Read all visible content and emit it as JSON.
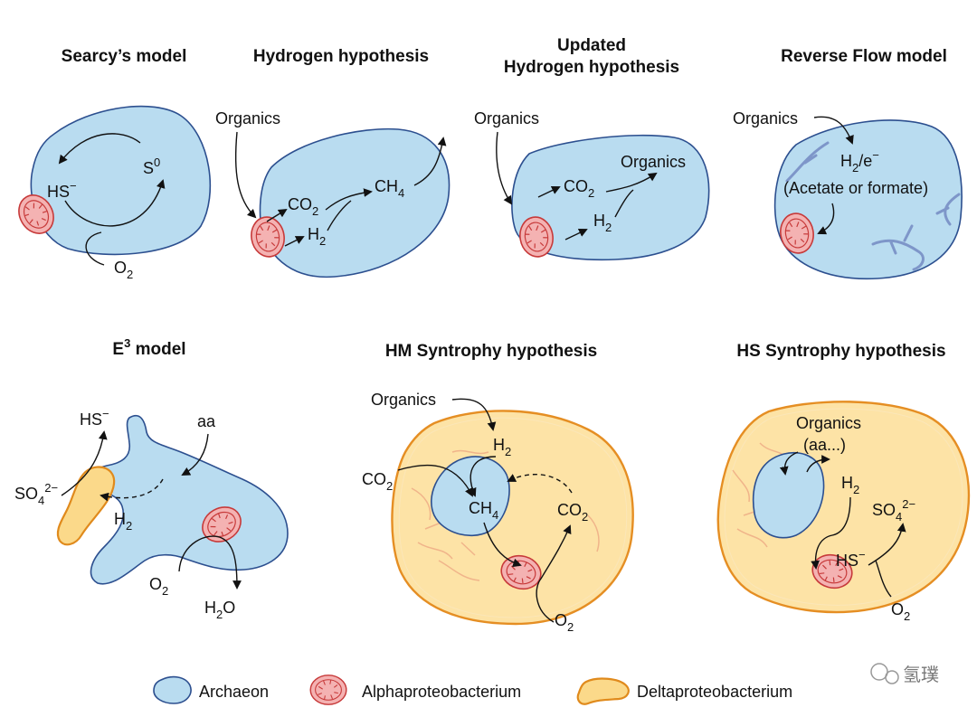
{
  "titles": {
    "searcy": "Searcy’s model",
    "hydrogen": "Hydrogen hypothesis",
    "updated_1": "Updated",
    "updated_2": "Hydrogen hypothesis",
    "reverse": "Reverse Flow model",
    "e3_letter": "E",
    "e3_sup": "3",
    "e3_rest": " model",
    "hm": "HM Syntrophy hypothesis",
    "hs": "HS Syntrophy hypothesis"
  },
  "labels": {
    "organics": "Organics",
    "hs": "HS",
    "minus": "−",
    "s": "S",
    "zero": "0",
    "o": "O",
    "two": "2",
    "co": "CO",
    "h": "H",
    "ch": "CH",
    "four": "4",
    "h2e": "H",
    "e": "/e",
    "acetate": "(Acetate or formate)",
    "aa": "aa",
    "so": "SO",
    "so_charge": "2−",
    "h2o_h": "H",
    "h2o_o": "O",
    "aa_paren": "(aa...)"
  },
  "legend": {
    "archaeon": "Archaeon",
    "alpha": "Alphaproteobacterium",
    "delta": "Deltaproteobacterium"
  },
  "watermark": "氢璞",
  "colors": {
    "archaeon_fill": "#b9dcf0",
    "archaeon_stroke": "#2c4f8f",
    "alpha_fill": "#f4b2b2",
    "alpha_stroke": "#c73a3a",
    "delta_fill": "#fbd98a",
    "delta_stroke": "#e08a1c",
    "eukaryote_fill": "#fde3a6",
    "eukaryote_stroke": "#e58e23"
  }
}
